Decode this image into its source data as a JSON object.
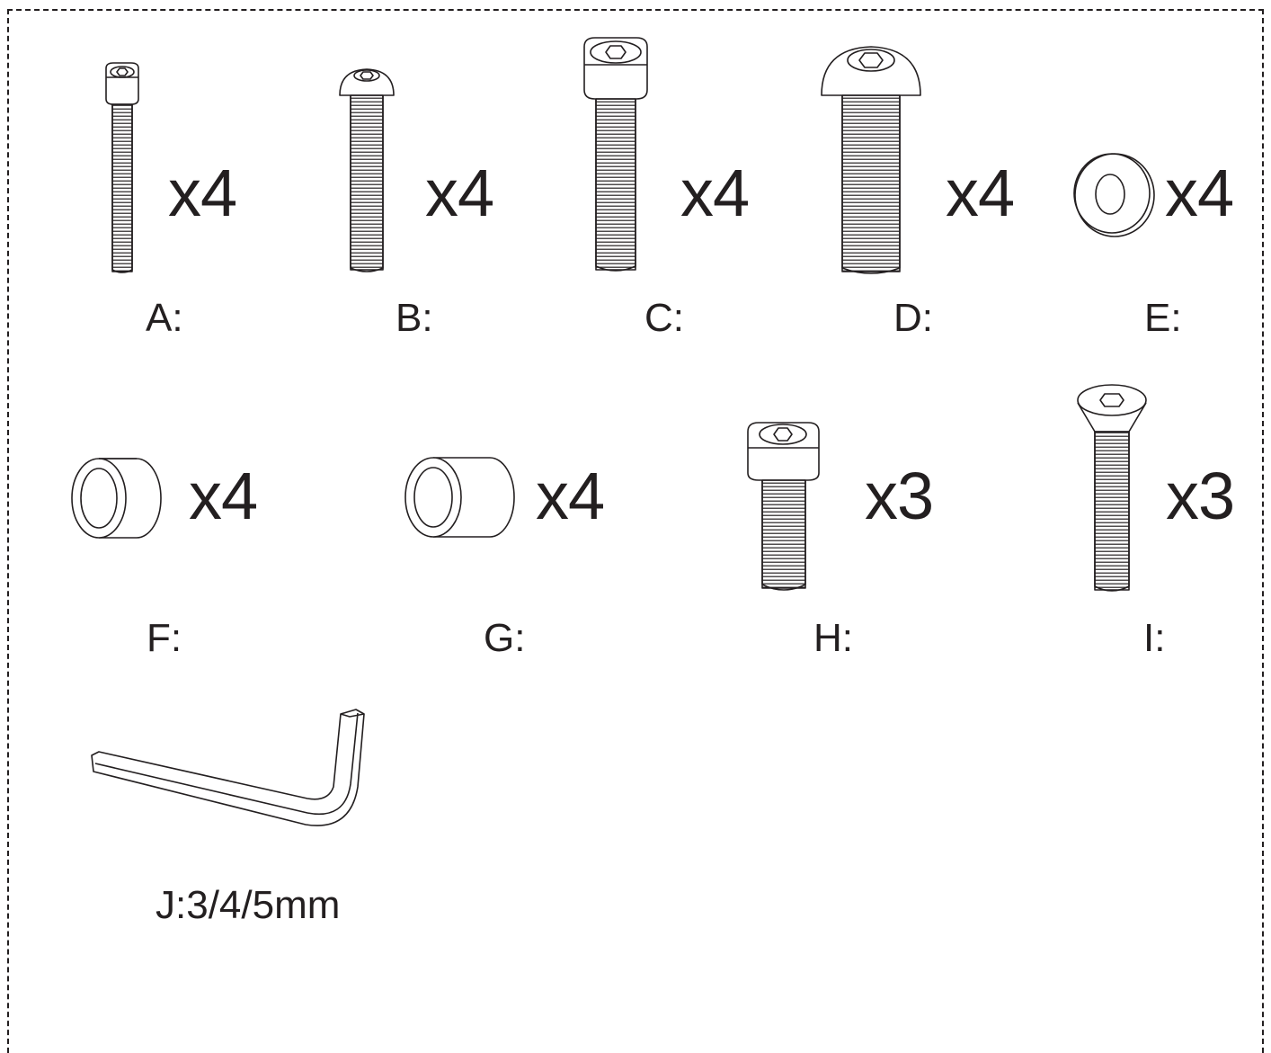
{
  "parts": [
    {
      "id": "A",
      "label": "A:",
      "qty": "x4",
      "icon": "socket-head-cap-screw-long-icon"
    },
    {
      "id": "B",
      "label": "B:",
      "qty": "x4",
      "icon": "button-head-screw-icon"
    },
    {
      "id": "C",
      "label": "C:",
      "qty": "x4",
      "icon": "socket-head-cap-screw-icon"
    },
    {
      "id": "D",
      "label": "D:",
      "qty": "x4",
      "icon": "button-head-screw-large-icon"
    },
    {
      "id": "E",
      "label": "E:",
      "qty": "x4",
      "icon": "flat-washer-icon"
    },
    {
      "id": "F",
      "label": "F:",
      "qty": "x4",
      "icon": "short-spacer-icon"
    },
    {
      "id": "G",
      "label": "G:",
      "qty": "x4",
      "icon": "long-spacer-icon"
    },
    {
      "id": "H",
      "label": "H:",
      "qty": "x3",
      "icon": "short-socket-head-screw-icon"
    },
    {
      "id": "I",
      "label": "I:",
      "qty": "x3",
      "icon": "countersunk-screw-icon"
    },
    {
      "id": "J",
      "label": "J:3/4/5mm",
      "qty": "",
      "icon": "hex-key-icon"
    }
  ],
  "colors": {
    "line": "#231f20",
    "background": "#ffffff"
  }
}
